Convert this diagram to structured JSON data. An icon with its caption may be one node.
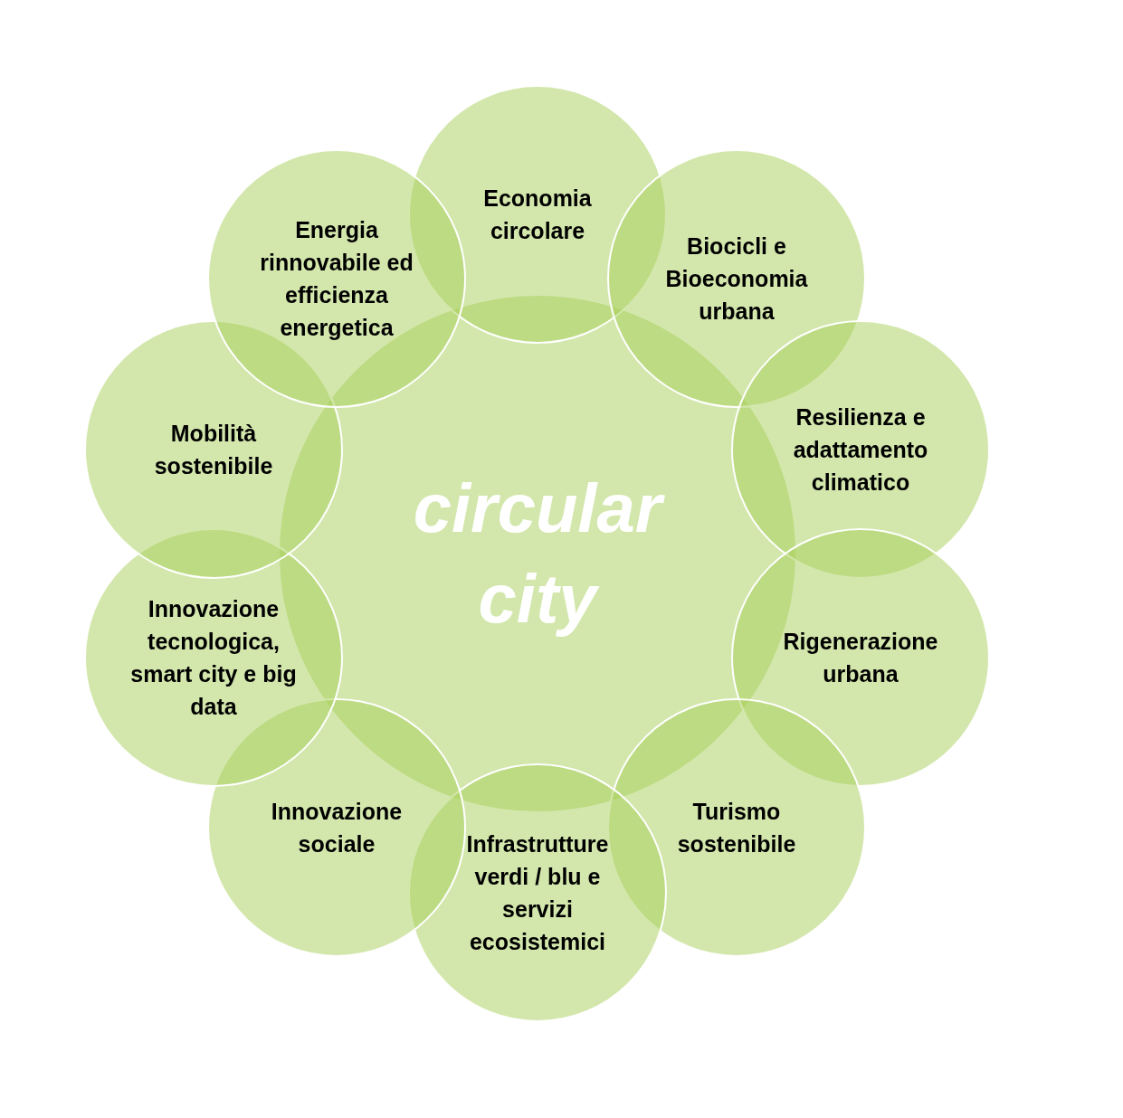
{
  "diagram": {
    "nodes": [
      {
        "text": [
          "circular city"
        ]
      },
      {
        "text": [
          "Economia circolare"
        ]
      },
      {
        "text": [
          "Biocicli e Bioeconomia urbana"
        ]
      },
      {
        "text": [
          "Resilienza e adattamento climatico"
        ]
      },
      {
        "text": [
          "Rigenerazione urbana"
        ]
      },
      {
        "text": [
          "Turismo sostenibile"
        ]
      },
      {
        "text": [
          "Infrastrutture verdi / blu e servizi ecosistemici"
        ]
      },
      {
        "text": [
          "Innovazione sociale"
        ]
      },
      {
        "text": [
          "Innovazione tecnologica, smart city e big data"
        ]
      },
      {
        "text": [
          "Mobilità sostenibile"
        ]
      },
      {
        "text": [
          "Energia rinnovabile ed efficienza energetica"
        ]
      }
    ]
  }
}
